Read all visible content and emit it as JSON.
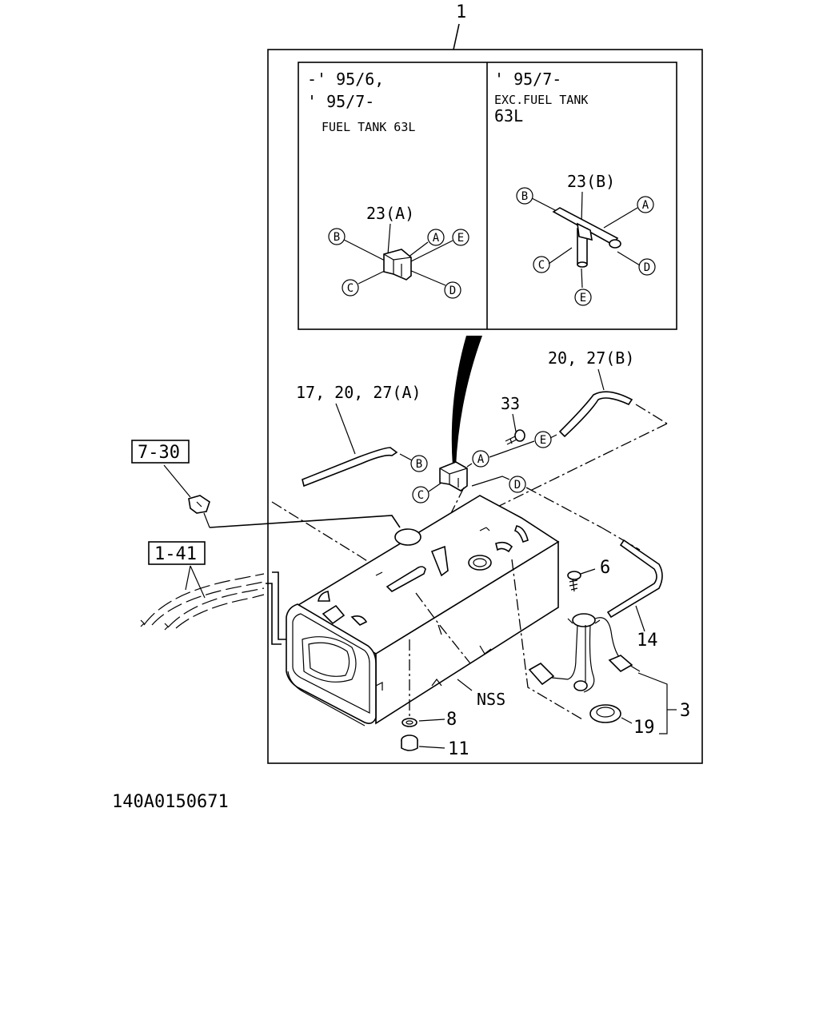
{
  "callouts": {
    "assembly": "1",
    "hose_a": "17, 20, 27(A)",
    "hose_b": "20, 27(B)",
    "bolt": "33",
    "screw": "6",
    "hose_14": "14",
    "sender_group": "3",
    "gasket": "19",
    "washer": "8",
    "drain_plug": "11",
    "nss": "NSS"
  },
  "refs": {
    "ref_7_30": "7-30",
    "ref_1_41": "1-41"
  },
  "inset_left": {
    "line1": "-' 95/6,",
    "line2": "' 95/7-",
    "line3": "FUEL TANK  63L",
    "part_label": "23(A)"
  },
  "inset_right": {
    "line1": "' 95/7-",
    "line2": "EXC.FUEL TANK",
    "line3": "63L",
    "part_label": "23(B)"
  },
  "port_letters": {
    "a": "A",
    "b": "B",
    "c": "C",
    "d": "D",
    "e": "E"
  },
  "diagram_number": "140A0150671"
}
